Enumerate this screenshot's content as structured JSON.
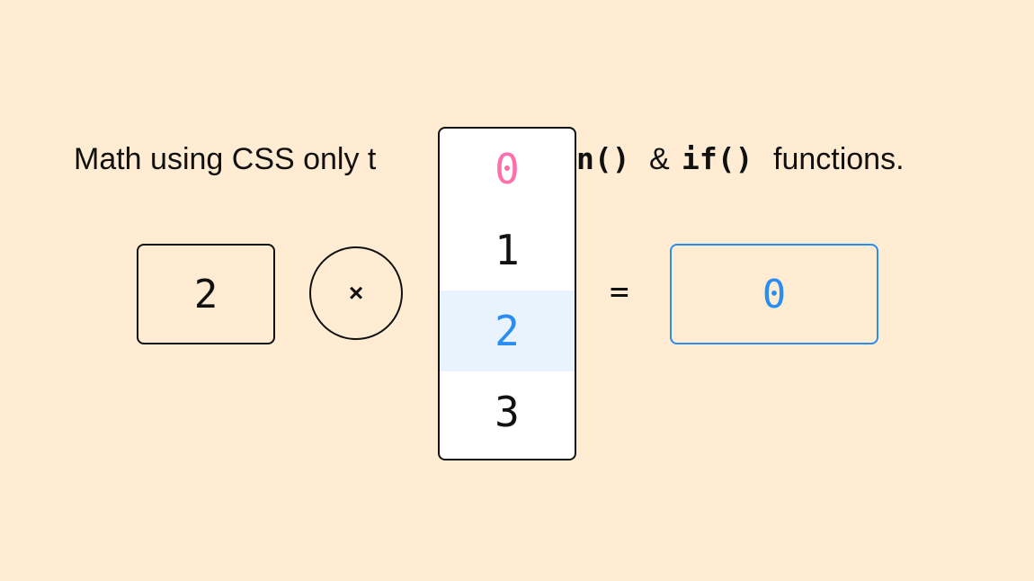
{
  "title": {
    "text_start": "Math using CSS only t",
    "code_1": "n()",
    "amp": "&",
    "code_2": "if()",
    "text_end": "functions."
  },
  "equation": {
    "left_value": "2",
    "operator": "×",
    "equals": "=",
    "result": "0"
  },
  "dropdown": {
    "options": [
      "0",
      "1",
      "2",
      "3"
    ],
    "selected": "2"
  },
  "colors": {
    "background": "#ffecd2",
    "accent": "#2a8ef0",
    "highlight": "#e8f3fe",
    "first_option": "#ff6fae"
  }
}
